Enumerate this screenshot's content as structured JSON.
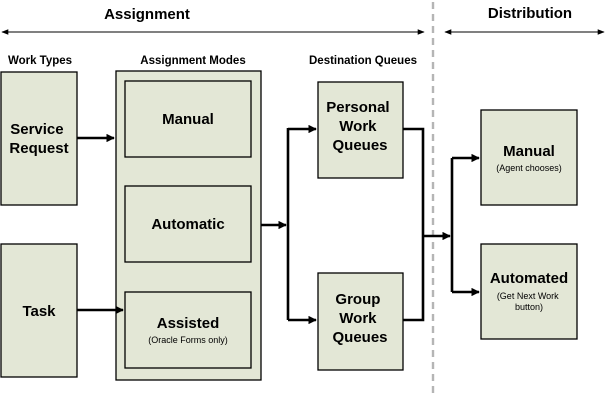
{
  "headers": {
    "assignment": "Assignment",
    "distribution": "Distribution"
  },
  "columns": {
    "work_types": "Work Types",
    "assignment_modes": "Assignment Modes",
    "destination_queues": "Destination Queues"
  },
  "work_types": {
    "service_request": [
      "Service",
      "Request"
    ],
    "task": "Task"
  },
  "assignment_modes": {
    "manual": "Manual",
    "automatic": "Automatic",
    "assisted": "Assisted",
    "assisted_note": "(Oracle Forms only)"
  },
  "queues": {
    "personal": [
      "Personal",
      "Work",
      "Queues"
    ],
    "group": [
      "Group",
      "Work",
      "Queues"
    ]
  },
  "distribution_modes": {
    "manual": "Manual",
    "manual_note": "(Agent chooses)",
    "automated": "Automated",
    "automated_note": [
      "(Get Next Work",
      "button)"
    ]
  },
  "colors": {
    "box_fill": "#e3e7d6",
    "divider": "#b5b5b5"
  }
}
